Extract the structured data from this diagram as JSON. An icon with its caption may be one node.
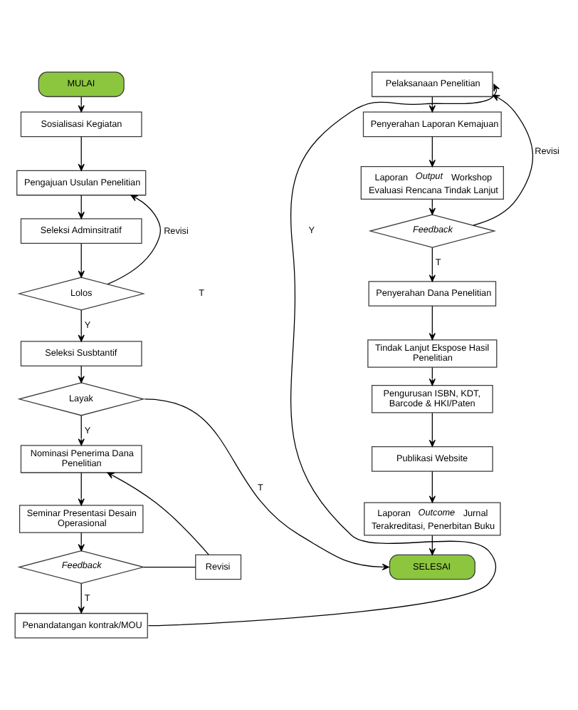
{
  "diagram": {
    "nodes": [
      {
        "text": [
          "MULAI"
        ]
      },
      {
        "text": [
          "Sosialisasi Kegiatan"
        ]
      },
      {
        "text": [
          "Pengajuan Usulan Penelitian"
        ]
      },
      {
        "text": [
          "Seleksi Adminsitratif"
        ]
      },
      {
        "text": [
          "Lolos"
        ]
      },
      {
        "text": [
          "Seleksi Susbtantif"
        ]
      },
      {
        "text": [
          "Layak"
        ]
      },
      {
        "text": [
          "Nominasi Penerima Dana Penelitian"
        ]
      },
      {
        "text": [
          "Seminar Presentasi Desain Operasional"
        ]
      },
      {
        "text": [
          "Revisi"
        ]
      },
      {
        "text": [
          "Feedback"
        ]
      },
      {
        "text": [
          "Penandatangan kontrak/MOU"
        ]
      },
      {
        "text": [
          "Pelaksanaan Penelitian"
        ]
      },
      {
        "text": [
          "Penyerahan Laporan Kemajuan"
        ]
      },
      {
        "text": [
          "Laporan *Output* Workshop Evaluasi Rencana Tindak Lanjut"
        ]
      },
      {
        "text": [
          "Feedback"
        ]
      },
      {
        "text": [
          "Penyerahan Dana Penelitian"
        ]
      },
      {
        "text": [
          "Tindak Lanjut Ekspose Hasil Penelitian"
        ]
      },
      {
        "text": [
          "Pengurusan ISBN, KDT, Barcode & HKI/Paten"
        ]
      },
      {
        "text": [
          "Publikasi Website"
        ]
      },
      {
        "text": [
          "Laporan *Outcome* Jurnal Terakreditasi, Penerbitan Buku"
        ]
      },
      {
        "text": [
          "SELESAI"
        ]
      }
    ],
    "edges": [
      {
        "from": 0,
        "to": 1,
        "arrow": "to"
      },
      {
        "from": 1,
        "to": 2,
        "arrow": "to"
      },
      {
        "from": 2,
        "to": 3,
        "arrow": "to"
      },
      {
        "from": 3,
        "to": 4,
        "arrow": "to"
      },
      {
        "from": 4,
        "to": 5,
        "arrow": "to",
        "label": "Y"
      },
      {
        "from": 4,
        "to": 2,
        "arrow": "to",
        "label": "Revisi"
      },
      {
        "from": 5,
        "to": 6,
        "arrow": "to"
      },
      {
        "from": 6,
        "to": 7,
        "arrow": "to",
        "label": "Y"
      },
      {
        "from": 6,
        "to": 21,
        "arrow": "to",
        "label": "T"
      },
      {
        "from": 7,
        "to": 8,
        "arrow": "to"
      },
      {
        "from": 8,
        "to": 10,
        "arrow": "to"
      },
      {
        "from": 10,
        "to": 9,
        "arrow": "none"
      },
      {
        "from": 9,
        "to": 7,
        "arrow": "to"
      },
      {
        "from": 10,
        "to": 11,
        "arrow": "to",
        "label": "T"
      },
      {
        "from": 11,
        "to": 12,
        "arrow": "to"
      },
      {
        "from": 12,
        "to": 13,
        "arrow": "to"
      },
      {
        "from": 13,
        "to": 14,
        "arrow": "to"
      },
      {
        "from": 14,
        "to": 15,
        "arrow": "to"
      },
      {
        "from": 15,
        "to": 12,
        "arrow": "to",
        "label": "Revisi"
      },
      {
        "from": 15,
        "to": 16,
        "arrow": "to",
        "label": "T"
      },
      {
        "from": 16,
        "to": 17,
        "arrow": "to"
      },
      {
        "from": 17,
        "to": 18,
        "arrow": "to"
      },
      {
        "from": 18,
        "to": 19,
        "arrow": "to"
      },
      {
        "from": 19,
        "to": 20,
        "arrow": "to"
      },
      {
        "from": 20,
        "to": 21,
        "arrow": "to"
      }
    ],
    "labels": [
      "T",
      "Y"
    ]
  }
}
